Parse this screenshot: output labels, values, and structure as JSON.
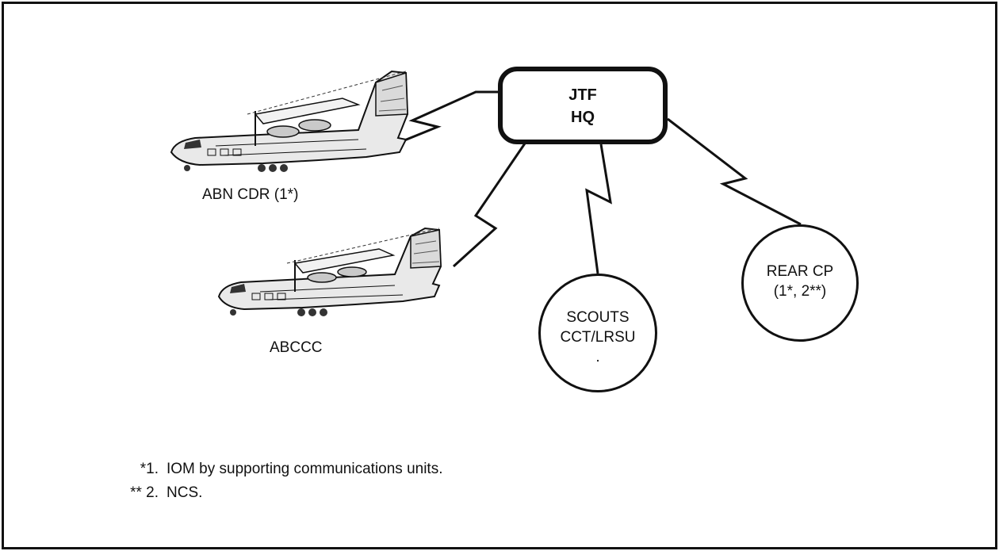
{
  "hq": {
    "line1": "JTF",
    "line2": "HQ"
  },
  "aircraft": [
    {
      "label": "ABN CDR (1*)",
      "icon": "c130-aircraft-icon"
    },
    {
      "label": "ABCCC",
      "icon": "c130-aircraft-icon"
    }
  ],
  "nodes": {
    "scouts": {
      "line1": "SCOUTS",
      "line2": "CCT/LRSU",
      "line3": "."
    },
    "rear_cp": {
      "line1": "REAR CP",
      "line2": "(1*, 2**)"
    }
  },
  "notes": [
    {
      "marker": "*1.",
      "text": "IOM by supporting communications units."
    },
    {
      "marker": "** 2.",
      "text": "NCS."
    }
  ]
}
